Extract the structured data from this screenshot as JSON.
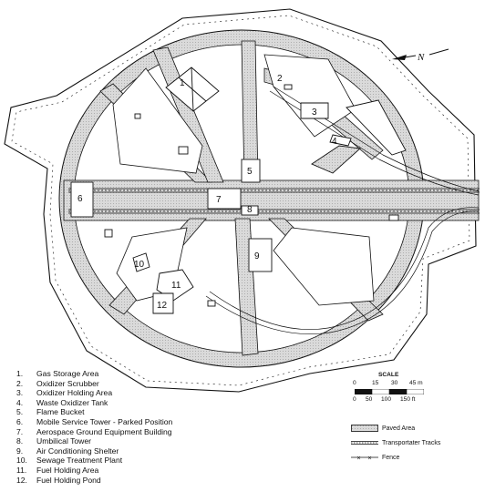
{
  "map": {
    "north_label": "N",
    "numbers": [
      "1",
      "2",
      "3",
      "4",
      "5",
      "6",
      "7",
      "8",
      "9",
      "10",
      "11",
      "12"
    ]
  },
  "legend": [
    {
      "n": "1.",
      "label": "Gas Storage Area"
    },
    {
      "n": "2.",
      "label": "Oxidizer Scrubber"
    },
    {
      "n": "3.",
      "label": "Oxidizer Holding Area"
    },
    {
      "n": "4.",
      "label": "Waste Oxidizer Tank"
    },
    {
      "n": "5.",
      "label": "Flame Bucket"
    },
    {
      "n": "6.",
      "label": "Mobile Service Tower - Parked Position"
    },
    {
      "n": "7.",
      "label": "Aerospace Ground Equipment Building"
    },
    {
      "n": "8.",
      "label": "Umbilical Tower"
    },
    {
      "n": "9.",
      "label": "Air Conditioning Shelter"
    },
    {
      "n": "10.",
      "label": "Sewage Treatment Plant"
    },
    {
      "n": "11.",
      "label": "Fuel Holding Area"
    },
    {
      "n": "12.",
      "label": "Fuel Holding Pond"
    }
  ],
  "scale": {
    "title": "SCALE",
    "meters": [
      "0",
      "15",
      "30",
      "45 m"
    ],
    "feet": [
      "0",
      "50",
      "100",
      "150 ft"
    ]
  },
  "key": {
    "paved": "Paved Area",
    "tracks": "Transportater Tracks",
    "fence": "Fence"
  },
  "colors": {
    "paved": "#d6d6d6",
    "line": "#111111"
  }
}
